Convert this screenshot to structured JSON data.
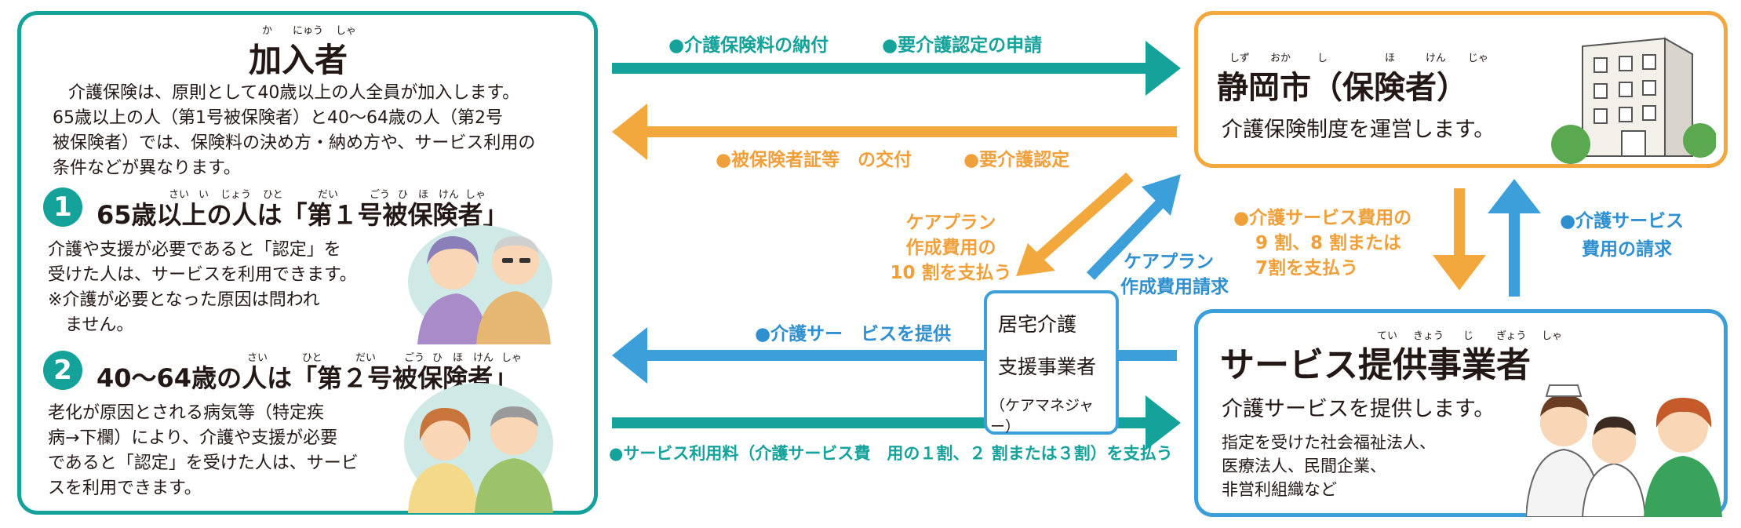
{
  "subscriber": {
    "title": "加入者",
    "title_ruby": [
      "か",
      "にゅう",
      "しゃ"
    ],
    "intro": [
      "介護保険は、原則として40歳以上の人全員が加入します。",
      "65歳以上の人（第1号被保険者）と40～64歳の人（第2号",
      "被保険者）では、保険料の決め方・納め方や、サービス利用の",
      "条件などが異なります。"
    ],
    "group1": {
      "number": "1",
      "heading": "65歳以上の人は「第１号被保険者」",
      "ruby": [
        "さい",
        "い",
        "じょう",
        "ひと",
        "だい",
        "ごう",
        "ひ",
        "ほ",
        "けん",
        "しゃ"
      ],
      "body": [
        "介護や支援が必要であると「認定」を",
        "受けた人は、サービスを利用できます。",
        "※介護が必要となった原因は問われ",
        "　ません。"
      ]
    },
    "group2": {
      "number": "2",
      "heading": "40～64歳の人は「第２号被保険者」",
      "ruby": [
        "さい",
        "ひと",
        "だい",
        "ごう",
        "ひ",
        "ほ",
        "けん",
        "しゃ"
      ],
      "body": [
        "老化が原因とされる病気等（特定疾",
        "病→下欄）により、介護や支援が必要",
        "であると「認定」を受けた人は、サービ",
        "スを利用できます。"
      ]
    }
  },
  "city": {
    "title": "静岡市（保険者）",
    "ruby": [
      "しず",
      "おか",
      "し",
      "ほ",
      "けん",
      "じゃ"
    ],
    "description": "介護保険制度を運営します。"
  },
  "provider": {
    "title": "サービス提供事業者",
    "ruby": [
      "てい",
      "きょう",
      "じ",
      "ぎょう",
      "しゃ"
    ],
    "description": "介護サービスを提供します。",
    "examples": [
      "指定を受けた社会福祉法人、",
      "医療法人、民間企業、",
      "非営利組織など"
    ]
  },
  "care_manager": {
    "lines": [
      "居宅介護",
      "支援事業者",
      "（ケアマネジャー）"
    ]
  },
  "flows": {
    "premium_payment": "●介護保険料の納付",
    "care_application": "●要介護認定の申請",
    "insurance_card": "●被保険者証等　の交付",
    "care_certification": "●要介護認定",
    "careplan_pay": [
      "ケアプラン",
      "作成費用の",
      "10 割を支払う"
    ],
    "careplan_request": [
      "ケアプラン",
      "作成費用請求"
    ],
    "service_cost_pay": [
      "●介護サービス費用の",
      "9 割、8 割または",
      "7割を支払う"
    ],
    "service_cost_request": [
      "●介護サービス",
      "費用の請求"
    ],
    "service_provide": "●介護サー　ビスを提供",
    "user_fee": "●サービス利用料（介護サービス費　用の１割、２ 割または３割）を支払う"
  },
  "colors": {
    "teal": "#14a29a",
    "orange": "#f2a83c",
    "blue": "#3d9fda"
  },
  "icons": [
    "elderly-couple-illustration",
    "middle-aged-couple-illustration",
    "city-building-illustration",
    "care-staff-illustration"
  ]
}
